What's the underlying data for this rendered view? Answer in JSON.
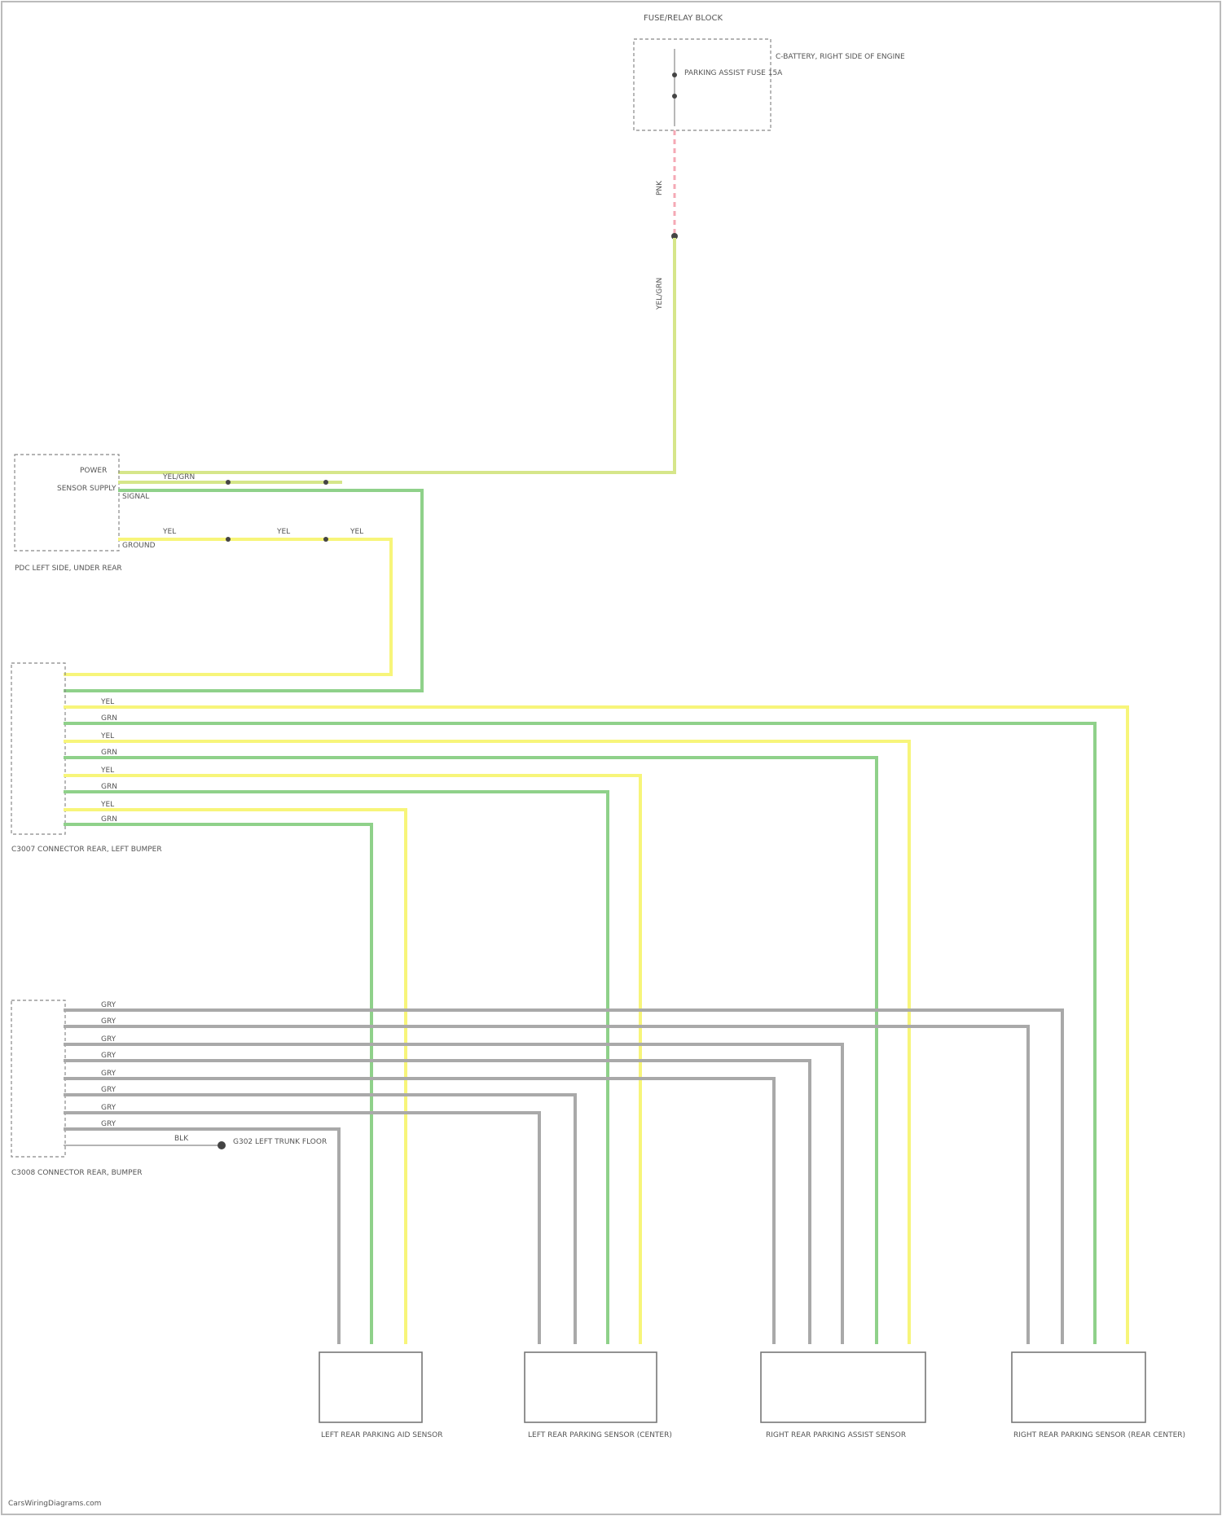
{
  "diagram": {
    "components": {
      "fuse_block": {
        "title": "FUSE/RELAY BLOCK",
        "fuse": "PARKING ASSIST FUSE 15A",
        "note": "C-BATTERY, RIGHT SIDE OF ENGINE"
      },
      "pdc_module": {
        "title": "PDC LEFT SIDE, UNDER REAR",
        "pin_labels": [
          "POWER",
          "SENSOR SUPPLY",
          "SIGNAL",
          "GROUND"
        ]
      },
      "rear_connector_a": {
        "title": "C3007 CONNECTOR REAR, LEFT BUMPER"
      },
      "rear_connector_b": {
        "title": "C3008 CONNECTOR REAR, BUMPER"
      },
      "ground": {
        "title": "G302 LEFT TRUNK FLOOR"
      },
      "sensors": [
        {
          "title": "LEFT REAR PARKING AID SENSOR"
        },
        {
          "title": "LEFT REAR PARKING SENSOR (CENTER)"
        },
        {
          "title": "RIGHT REAR PARKING ASSIST SENSOR"
        },
        {
          "title": "RIGHT REAR PARKING SENSOR (REAR CENTER)"
        }
      ]
    },
    "wire_codes": {
      "yellow": "YEL",
      "green": "GRN",
      "gray": "GRY",
      "pink": "PNK",
      "yel_grn": "YEL/GRN",
      "blk": "BLK"
    },
    "watermark": "CarsWiringDiagrams.com"
  }
}
